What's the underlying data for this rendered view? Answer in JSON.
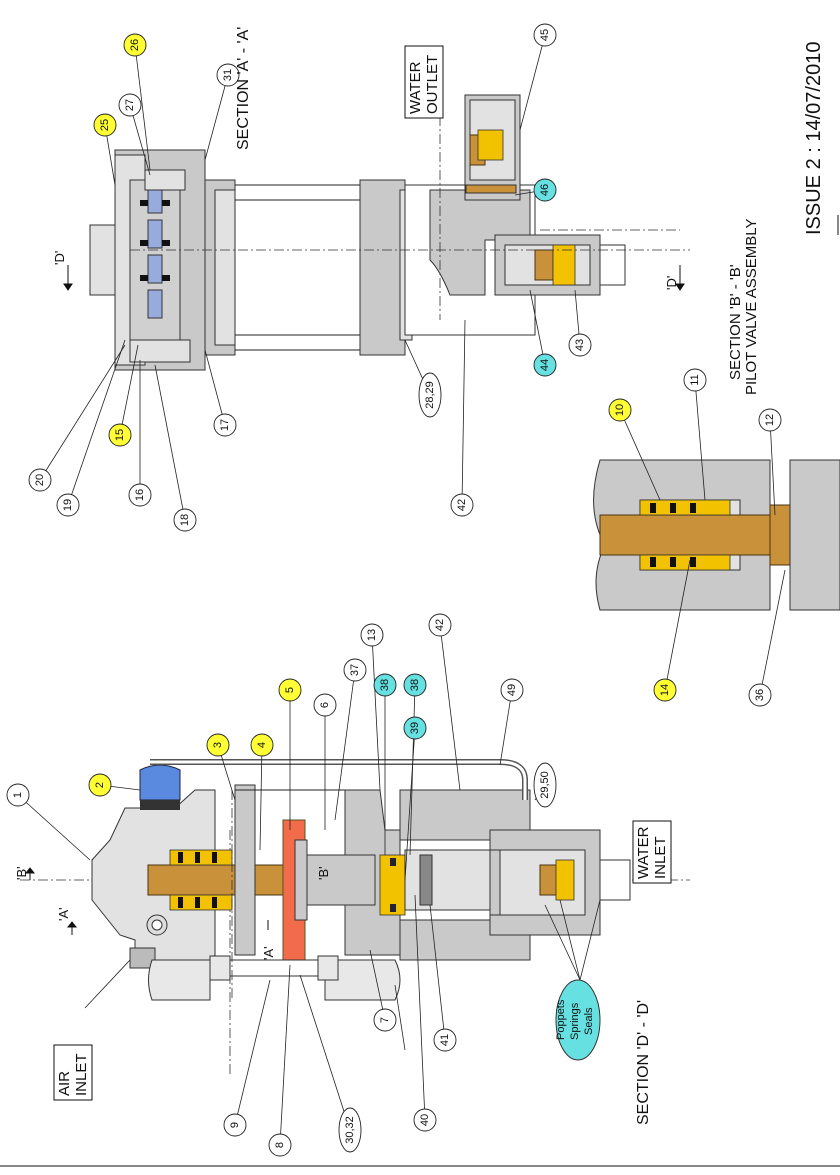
{
  "callouts": [
    {
      "id": "c1",
      "text": "1",
      "fill": "#ffffff"
    },
    {
      "id": "c2",
      "text": "2",
      "fill": "#ffff33"
    },
    {
      "id": "c3",
      "text": "3",
      "fill": "#ffff33"
    },
    {
      "id": "c4",
      "text": "4",
      "fill": "#ffff33"
    },
    {
      "id": "c5",
      "text": "5",
      "fill": "#ffff33"
    },
    {
      "id": "c6",
      "text": "6",
      "fill": "#ffffff"
    },
    {
      "id": "c7",
      "text": "7",
      "fill": "#ffffff"
    },
    {
      "id": "c8",
      "text": "8",
      "fill": "#ffffff"
    },
    {
      "id": "c9",
      "text": "9",
      "fill": "#ffffff"
    },
    {
      "id": "c10",
      "text": "10",
      "fill": "#ffff33"
    },
    {
      "id": "c11",
      "text": "11",
      "fill": "#ffffff"
    },
    {
      "id": "c12",
      "text": "12",
      "fill": "#ffffff"
    },
    {
      "id": "c13",
      "text": "13",
      "fill": "#ffffff"
    },
    {
      "id": "c14",
      "text": "14",
      "fill": "#ffff33"
    },
    {
      "id": "c15",
      "text": "15",
      "fill": "#ffff33"
    },
    {
      "id": "c16",
      "text": "16",
      "fill": "#ffffff"
    },
    {
      "id": "c17",
      "text": "17",
      "fill": "#ffffff"
    },
    {
      "id": "c18",
      "text": "18",
      "fill": "#ffffff"
    },
    {
      "id": "c19",
      "text": "19",
      "fill": "#ffffff"
    },
    {
      "id": "c20",
      "text": "20",
      "fill": "#ffffff"
    },
    {
      "id": "c25",
      "text": "25",
      "fill": "#ffff33"
    },
    {
      "id": "c26",
      "text": "26",
      "fill": "#ffff33"
    },
    {
      "id": "c27",
      "text": "27",
      "fill": "#ffffff"
    },
    {
      "id": "c28",
      "text": "28,29",
      "fill": "#ffffff"
    },
    {
      "id": "c29",
      "text": "29,50",
      "fill": "#ffffff"
    },
    {
      "id": "c30",
      "text": "30,32",
      "fill": "#ffffff"
    },
    {
      "id": "c31",
      "text": "31",
      "fill": "#ffffff"
    },
    {
      "id": "c36",
      "text": "36",
      "fill": "#ffffff"
    },
    {
      "id": "c37",
      "text": "37",
      "fill": "#ffffff"
    },
    {
      "id": "c38a",
      "text": "38",
      "fill": "#66e0e0"
    },
    {
      "id": "c38b",
      "text": "38",
      "fill": "#66e0e0"
    },
    {
      "id": "c39",
      "text": "39",
      "fill": "#66e0e0"
    },
    {
      "id": "c40",
      "text": "40",
      "fill": "#ffffff"
    },
    {
      "id": "c41",
      "text": "41",
      "fill": "#ffffff"
    },
    {
      "id": "c42a",
      "text": "42",
      "fill": "#ffffff"
    },
    {
      "id": "c42b",
      "text": "42",
      "fill": "#ffffff"
    },
    {
      "id": "c43",
      "text": "43",
      "fill": "#ffffff"
    },
    {
      "id": "c44",
      "text": "44",
      "fill": "#66e0e0"
    },
    {
      "id": "c45",
      "text": "45",
      "fill": "#ffffff"
    },
    {
      "id": "c46",
      "text": "46",
      "fill": "#66e0e0"
    },
    {
      "id": "c49",
      "text": "49",
      "fill": "#ffffff"
    }
  ],
  "labels": {
    "air_inlet_1": "AIR",
    "air_inlet_2": "INLET",
    "water_inlet_1": "WATER",
    "water_inlet_2": "INLET",
    "water_outlet_1": "WATER",
    "water_outlet_2": "OUTLET",
    "section_aa": "SECTION 'A' - 'A'",
    "section_dd": "SECTION 'D' - 'D'",
    "section_bb_1": "SECTION 'B' - 'B'",
    "section_bb_2": "PILOT VALVE ASSEMBLY",
    "issue": "ISSUE 2 : 14/07/2010",
    "cut_a": "'A'",
    "cut_a2": "'A'",
    "cut_b": "'B'",
    "cut_b2": "'B'",
    "cut_d": "'D'",
    "cut_d2": "'D'",
    "poppets": "Poppets",
    "springs": "Springs",
    "seals": "Seals"
  },
  "colors": {
    "yellow_callout": "#ffff33",
    "cyan_callout": "#66e0e0",
    "piston_red": "#f26b4a",
    "knob_blue": "#5a8ae0",
    "brass": "#c8913a",
    "seal_yellow": "#f2c200"
  }
}
